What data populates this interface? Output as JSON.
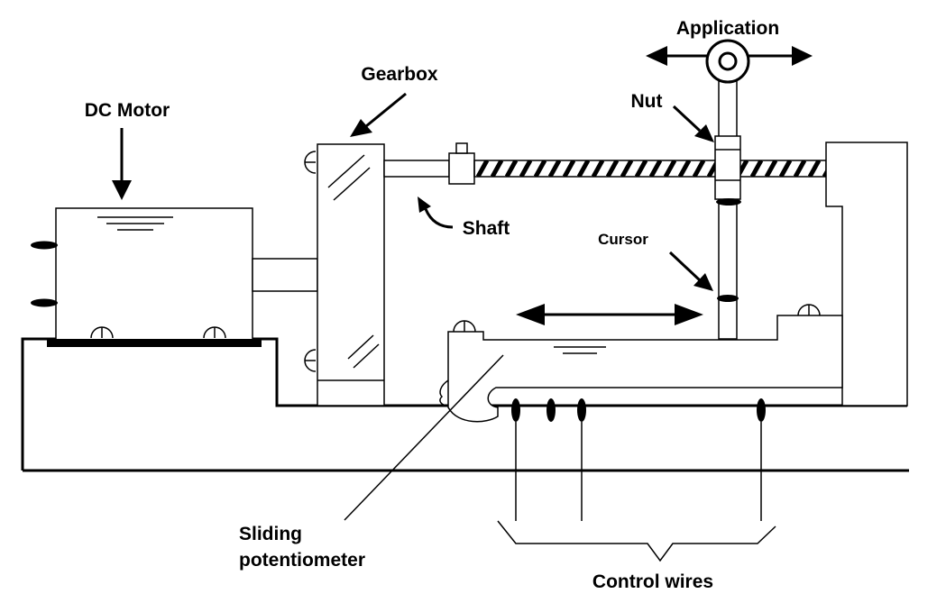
{
  "labels": {
    "application": "Application",
    "gearbox": "Gearbox",
    "dc_motor": "DC Motor",
    "nut": "Nut",
    "shaft": "Shaft",
    "cursor": "Cursor",
    "sliding_line1": "Sliding",
    "sliding_line2": "potentiometer",
    "control_wires": "Control wires"
  },
  "colors": {
    "ink": "#000000",
    "background": "#ffffff"
  }
}
